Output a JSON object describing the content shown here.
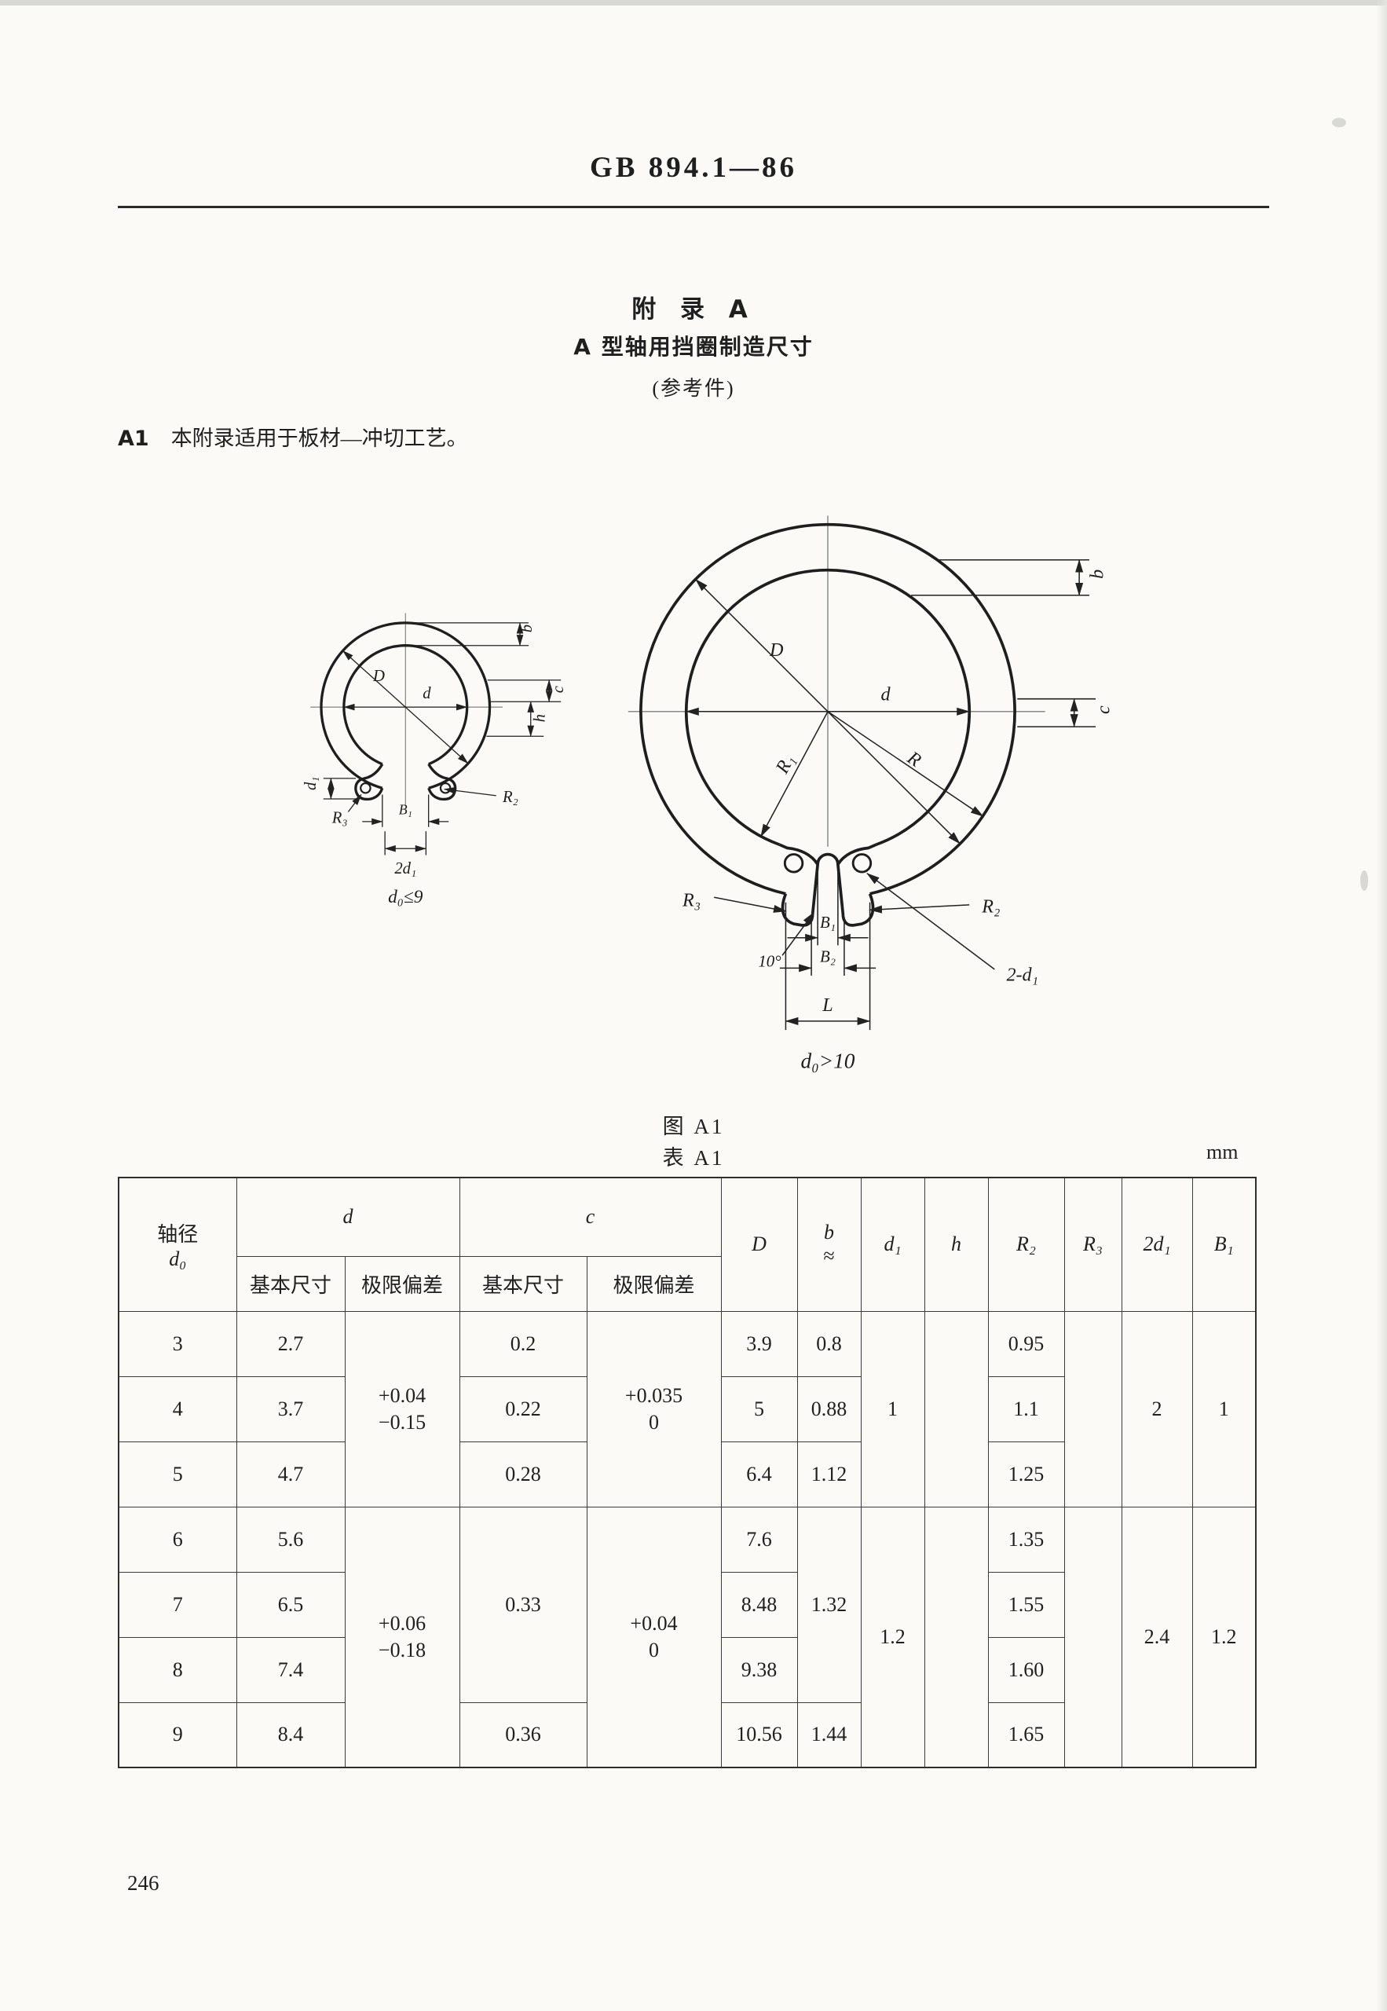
{
  "page": {
    "header_code": "GB 894.1—86",
    "page_number": "246"
  },
  "appendix": {
    "title": "附 录 A",
    "subtitle": "A 型轴用挡圈制造尺寸",
    "note": "(参考件)",
    "clause_label": "A1",
    "clause_text": "本附录适用于板材—冲切工艺。"
  },
  "figure": {
    "caption": "图 A1",
    "left": {
      "labels": {
        "D": "D",
        "d": "d",
        "b": "b",
        "c": "c",
        "h": "h",
        "d1": "d₁",
        "R3": "R₃",
        "R2": "R₂",
        "B1": "B₁",
        "two_d1": "2d₁",
        "caption": "d₀≤9"
      }
    },
    "right": {
      "labels": {
        "D": "D",
        "d": "d",
        "b": "b",
        "c": "c",
        "R1": "R₁",
        "R": "R",
        "R3": "R₃",
        "R2": "R₂",
        "B1": "B₁",
        "B2": "B₂",
        "angle": "10°",
        "two_d1": "2-d₁",
        "L": "L",
        "caption": "d₀>10"
      }
    }
  },
  "table": {
    "caption": "表 A1",
    "unit": "mm",
    "headers": {
      "shaft_line1": "轴径",
      "shaft_line2": "d₀",
      "group_d": "d",
      "group_c": "c",
      "sub_basic": "基本尺寸",
      "sub_dev": "极限偏差",
      "col_D": "D",
      "col_b_line1": "b",
      "col_b_line2": "≈",
      "col_d1": "d₁",
      "col_h": "h",
      "col_R2": "R₂",
      "col_R3": "R₃",
      "col_2d1": "2d₁",
      "col_B1": "B₁"
    },
    "spans": {
      "d_dev_a": {
        "line1": "+0.04",
        "line2": "−0.15"
      },
      "d_dev_b": {
        "line1": "+0.06",
        "line2": "−0.18"
      },
      "c_dev_a": {
        "line1": "+0.035",
        "line2": "0"
      },
      "c_dev_b": {
        "line1": "+0.04",
        "line2": "0"
      },
      "c_basic_mid": "0.33",
      "b_mid": "1.32",
      "d1_a": "1",
      "d1_b": "1.2",
      "h_a": "",
      "h_b": "",
      "R3_a": "",
      "R3_b": "",
      "twod1_a": "2",
      "twod1_b": "2.4",
      "B1_a": "1",
      "B1_b": "1.2"
    },
    "rows": [
      {
        "d0": "3",
        "d_basic": "2.7",
        "c_basic": "0.2",
        "D": "3.9",
        "b": "0.8",
        "R2": "0.95"
      },
      {
        "d0": "4",
        "d_basic": "3.7",
        "c_basic": "0.22",
        "D": "5",
        "b": "0.88",
        "R2": "1.1"
      },
      {
        "d0": "5",
        "d_basic": "4.7",
        "c_basic": "0.28",
        "D": "6.4",
        "b": "1.12",
        "R2": "1.25"
      },
      {
        "d0": "6",
        "d_basic": "5.6",
        "D": "7.6",
        "R2": "1.35"
      },
      {
        "d0": "7",
        "d_basic": "6.5",
        "D": "8.48",
        "R2": "1.55"
      },
      {
        "d0": "8",
        "d_basic": "7.4",
        "D": "9.38",
        "R2": "1.60"
      },
      {
        "d0": "9",
        "d_basic": "8.4",
        "c_basic": "0.36",
        "D": "10.56",
        "b": "1.44",
        "R2": "1.65"
      }
    ]
  }
}
